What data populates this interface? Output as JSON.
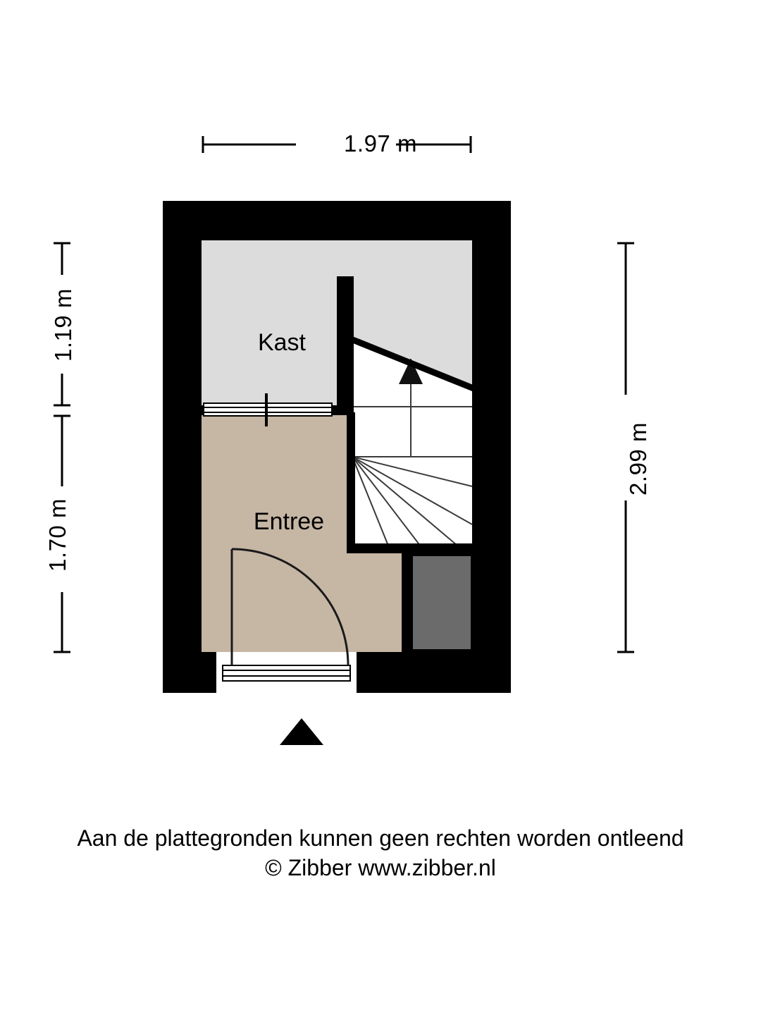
{
  "document": {
    "type": "floor-plan",
    "title": "Plattegrond Entree / Kast"
  },
  "dimensions": {
    "top": "1.97 m",
    "left_top": "1.19 m",
    "left_bottom": "1.70 m",
    "right": "2.99 m"
  },
  "rooms": [
    {
      "name": "Kast",
      "label": "Kast",
      "fill": "#dcdcdc"
    },
    {
      "name": "Entree",
      "label": "Entree",
      "fill": "#c6b6a4"
    }
  ],
  "features": {
    "staircase": {
      "name": "staircase",
      "direction": "up",
      "fill": "#ffffff"
    },
    "meter_cupboard": {
      "name": "meter-cupboard",
      "fill": "#6b6b6b"
    },
    "front_door": {
      "name": "front-door"
    },
    "interior_door": {
      "name": "interior-door-kast"
    },
    "entrance_marker": {
      "name": "entrance-marker"
    }
  },
  "colors": {
    "wall": "#000000",
    "kast_fill": "#dcdcdc",
    "entree_fill": "#c6b6a4",
    "stair_fill": "#ffffff",
    "meter_fill": "#6b6b6b",
    "stair_line": "#222222",
    "background": "#ffffff"
  },
  "footer": {
    "line1": "Aan de plattegronden kunnen geen rechten worden ontleend",
    "line2": "© Zibber www.zibber.nl"
  }
}
